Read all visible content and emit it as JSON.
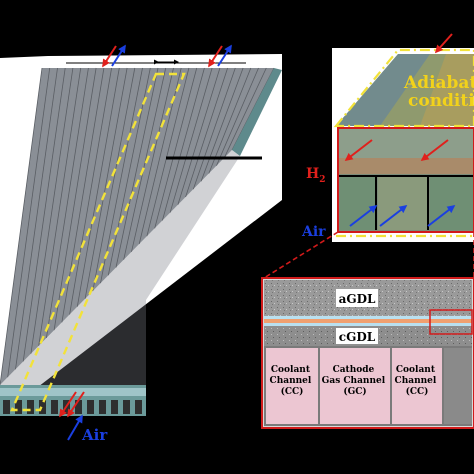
{
  "colors": {
    "background": "#000000",
    "stack_top": "#8a8f96",
    "stack_side": "#5e8a8c",
    "highlight_box": "#f2e23a",
    "zoom_outline": "#d11a1a",
    "hydrogen_arrow": "#e0201c",
    "air_arrow": "#1a3fe0",
    "anode_gdl": "#9a9a9a",
    "membrane": "#f0a070",
    "cathode_gdl": "#8e8e8e",
    "channel_fill": "#ecc6d2"
  },
  "labels": {
    "air_inlet": "Air",
    "hydrogen_inlet_prefix": "H",
    "hydrogen_inlet_subscript": "2",
    "air_zoom": "Air",
    "adiabatic_line1": "Adiabatic",
    "adiabatic_line2": "condition"
  },
  "layers": {
    "agdl": "aGDL",
    "cgdl": "cGDL"
  },
  "channels": [
    {
      "line1": "Coolant",
      "line2": "Channel",
      "line3": "(CC)"
    },
    {
      "line1": "Cathode",
      "line2": "Gas Channel",
      "line3": "(GC)"
    },
    {
      "line1": "Coolant",
      "line2": "Channel",
      "line3": "(CC)"
    }
  ],
  "icons": [
    "hydrogen-flow-arrow-icon",
    "air-flow-arrow-icon",
    "dimension-arrow-icon"
  ]
}
